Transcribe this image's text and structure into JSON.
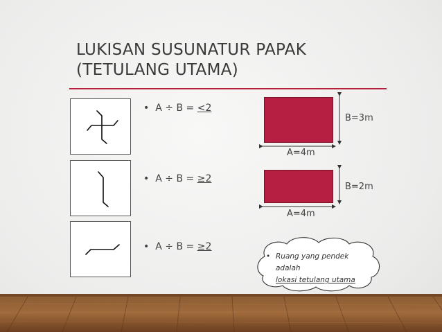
{
  "title": {
    "line1": "LUKISAN SUSUNATUR PAPAK",
    "line2": "(TETULANG UTAMA)"
  },
  "bullets": [
    {
      "marker": "•",
      "prefix": "A ÷ B = ",
      "value": "<2"
    },
    {
      "marker": "•",
      "prefix": "A ÷ B = ",
      "value": "≥2"
    },
    {
      "marker": "•",
      "prefix": "A ÷ B = ",
      "value": "≥2"
    }
  ],
  "diagram1": {
    "width_label": "A=4m",
    "height_label": "B=3m"
  },
  "diagram2": {
    "width_label": "A=4m",
    "height_label": "B=2m"
  },
  "callout": {
    "marker": "•",
    "line1": "Ruang yang pendek",
    "line2": "adalah",
    "line3": "lokasi tetulang utama"
  },
  "colors": {
    "accent": "#b61f41",
    "rule": "#b81f3c",
    "text": "#3a3a3a"
  },
  "icons": [
    "two-way-bars-icon",
    "vertical-bar-icon",
    "horizontal-bar-icon"
  ]
}
